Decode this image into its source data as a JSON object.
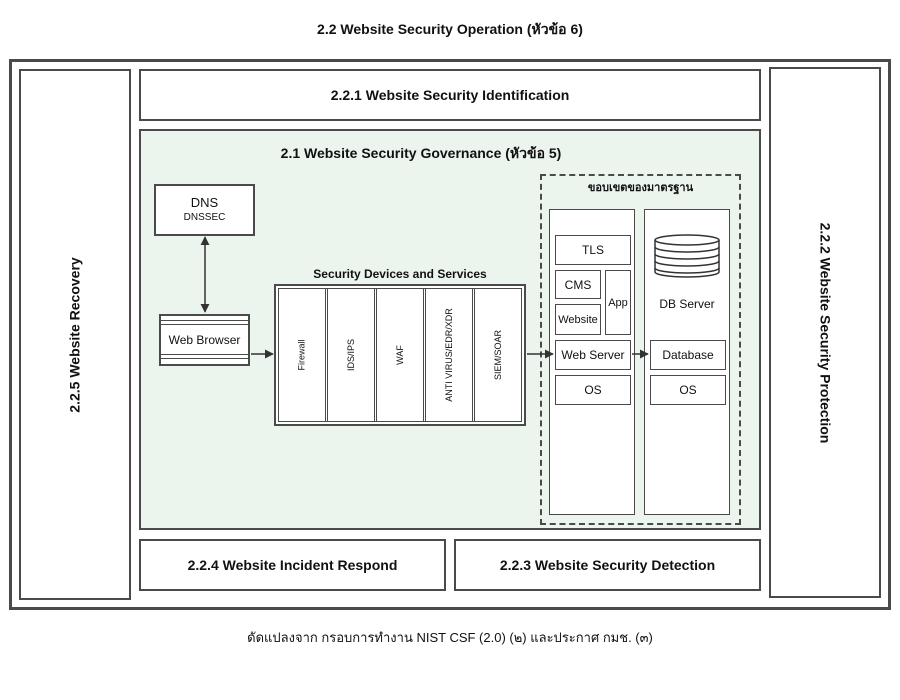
{
  "title": "2.2 Website Security Operation (หัวข้อ 6)",
  "identification": "2.2.1 Website Security Identification",
  "protection": "2.2.2 Website Security Protection",
  "detection": "2.2.3 Website Security Detection",
  "respond": "2.2.4 Website Incident Respond",
  "recovery": "2.2.5 Website Recovery",
  "governance": {
    "title": "2.1 Website Security Governance (หัวข้อ 5)",
    "dns": {
      "label": "DNS",
      "sub": "DNSSEC"
    },
    "web_browser": "Web Browser",
    "security_devices": {
      "title": "Security Devices and Services",
      "items": [
        "Firewall",
        "IDS/IPS",
        "WAF",
        "ANTI VIRUS/EDR/XDR",
        "SIEM/SOAR"
      ]
    },
    "scope": {
      "title": "ขอบเขตของมาตรฐาน",
      "tls": "TLS",
      "cms": "CMS",
      "website": "Website",
      "app": "App",
      "web_server": "Web Server",
      "os1": "OS",
      "db_server": "DB Server",
      "database": "Database",
      "os2": "OS"
    }
  },
  "caption": "ดัดแปลงจาก กรอบการทำงาน NIST CSF (2.0) (๒) และประกาศ กมช. (๓)",
  "colors": {
    "governance_bg": "#ebf5ee",
    "border": "#4a4a4a"
  }
}
